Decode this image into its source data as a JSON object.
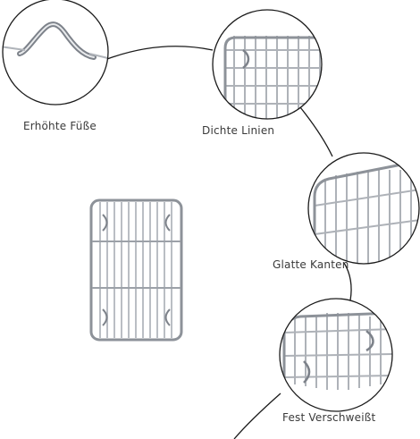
{
  "captions": {
    "raised_feet": "Erhöhte Füße",
    "dense_lines": "Dichte Linien",
    "smooth_edges": "Glatte Kanten",
    "firmly_welded": "Fest Verschweißt"
  },
  "colors": {
    "background": "#ffffff",
    "circle_outline": "#1a1a1a",
    "connector_line": "#1a1a1a",
    "wire_light": "#c9ccd1",
    "wire_dark": "#8a8f96",
    "caption_text": "#3a3a3a"
  }
}
